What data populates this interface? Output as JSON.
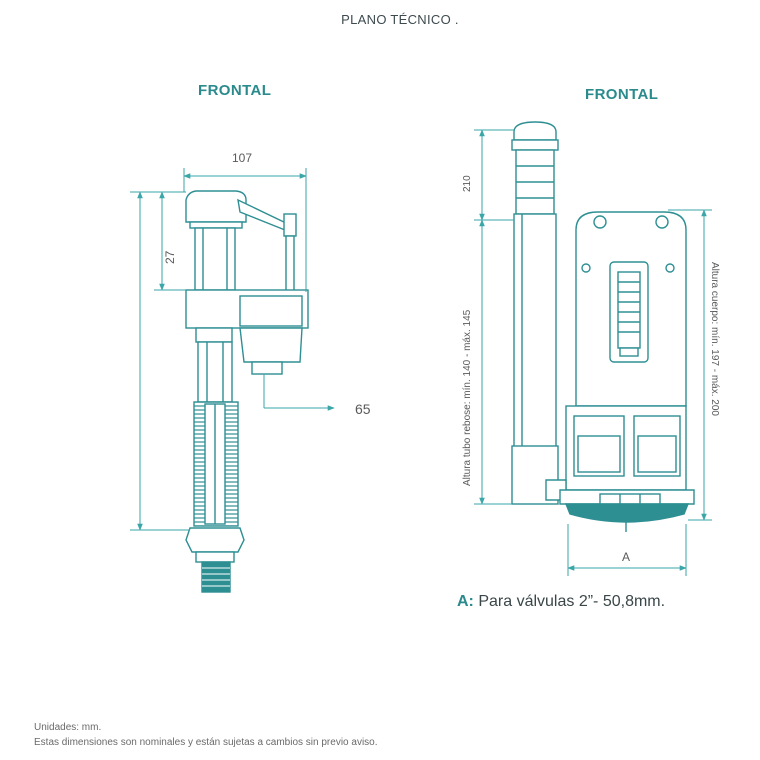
{
  "header": {
    "title": "PLANO TÉCNICO ."
  },
  "left_view": {
    "title": "FRONTAL",
    "dims": {
      "width_top": "107",
      "height_top": "27",
      "outlet": "65"
    }
  },
  "right_view": {
    "title": "FRONTAL",
    "dims": {
      "top": "210",
      "overflow_height": "Altura tubo rebose: mín. 140 - máx. 145",
      "body_height": "Altura cuerpo: mín. 197 - máx. 200",
      "base": "A"
    },
    "note_key": "A:",
    "note_text": " Para válvulas 2”-  50,8mm."
  },
  "footer": {
    "units": "Unidades: mm.",
    "disclaimer": "Estas dimensiones son nominales y están sujetas a cambios sin previo aviso."
  },
  "colors": {
    "line": "#2e8f93",
    "dim_line": "#3aa6a8",
    "accent": "#2a8a8c"
  }
}
